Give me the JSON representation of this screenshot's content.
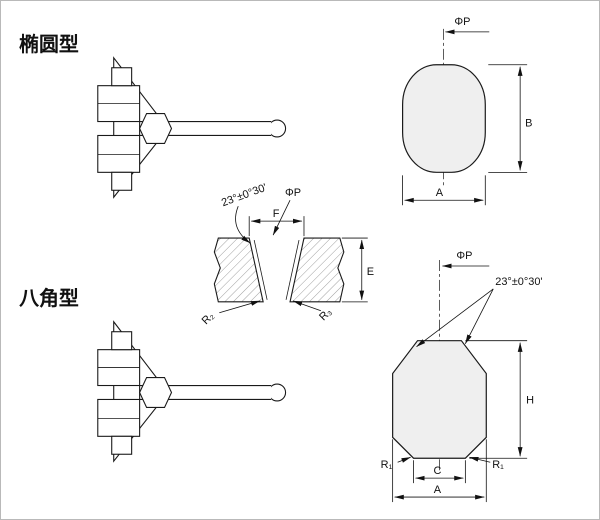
{
  "diagram": {
    "titles": {
      "oval_type": "椭圆型",
      "octagon_type": "八角型"
    },
    "oval_view": {
      "phi_p": "ΦP",
      "dim_b": "B",
      "dim_a": "A"
    },
    "section_view": {
      "angle": "23°±0°30'",
      "phi_p": "ΦP",
      "dim_f": "F",
      "dim_e": "E",
      "radius_left": "R₂",
      "radius_right": "R₃"
    },
    "octagon_view": {
      "phi_p": "ΦP",
      "angle": "23°±0°30'",
      "dim_h": "H",
      "radius_left": "R₁",
      "radius_right": "R₁",
      "dim_c": "C",
      "dim_a": "A"
    },
    "colors": {
      "line": "#1a1a1a",
      "shape_fill": "#efefef",
      "background": "#ffffff"
    }
  }
}
